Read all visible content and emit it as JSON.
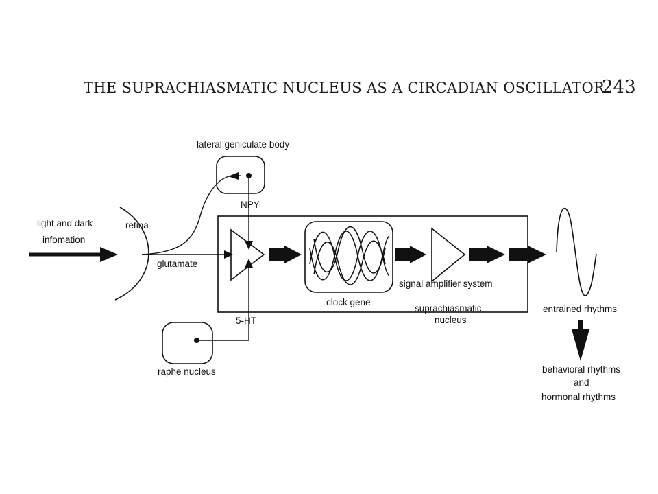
{
  "header": {
    "title": "THE SUPRACHIASMATIC NUCLEUS AS A CIRCADIAN OSCILLATOR",
    "page_number": "243"
  },
  "diagram": {
    "labels": {
      "lateral_geniculate_body": "lateral geniculate body",
      "npy": "NPY",
      "light_dark_line1": "light and dark",
      "light_dark_line2": "infomation",
      "retina": "retina",
      "glutamate": "glutamate",
      "five_ht": "5-HT",
      "raphe_nucleus": "raphe nucleus",
      "clock_gene": "clock gene",
      "signal_amplifier_system": "signal amplifier system",
      "scn_line1": "suprachiasmatic",
      "scn_line2": "nucleus",
      "entrained_rhythms": "entrained rhythms",
      "behavioral_rhythms": "behavioral rhythms",
      "and": "and",
      "hormonal_rhythms": "hormonal rhythms"
    }
  }
}
